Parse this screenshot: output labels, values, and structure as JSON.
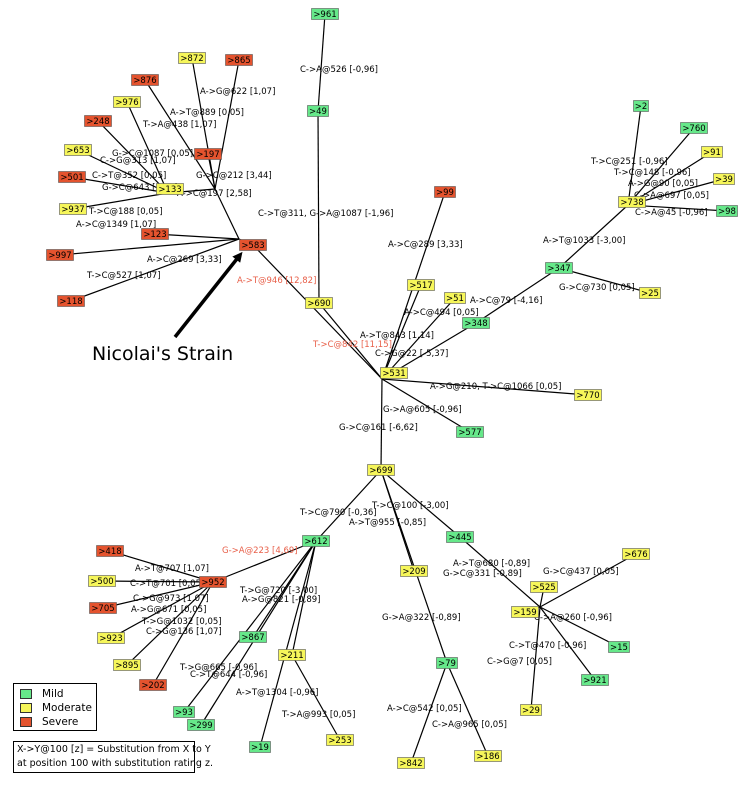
{
  "colors": {
    "mild": "#66e88a",
    "moderate": "#f6f65a",
    "severe": "#e4532e",
    "highlight": "#e8604a"
  },
  "nodes": {
    "n961": {
      "label": ">961",
      "severity": "mild"
    },
    "n49": {
      "label": ">49",
      "severity": "mild"
    },
    "n690": {
      "label": ">690",
      "severity": "moderate"
    },
    "n583": {
      "label": ">583",
      "severity": "severe"
    },
    "n872": {
      "label": ">872",
      "severity": "moderate"
    },
    "n865": {
      "label": ">865",
      "severity": "severe"
    },
    "n876": {
      "label": ">876",
      "severity": "severe"
    },
    "n976": {
      "label": ">976",
      "severity": "moderate"
    },
    "n248": {
      "label": ">248",
      "severity": "severe"
    },
    "n197": {
      "label": ">197",
      "severity": "severe"
    },
    "n653": {
      "label": ">653",
      "severity": "moderate"
    },
    "n501": {
      "label": ">501",
      "severity": "severe"
    },
    "n133": {
      "label": ">133",
      "severity": "moderate"
    },
    "n937": {
      "label": ">937",
      "severity": "moderate"
    },
    "n123": {
      "label": ">123",
      "severity": "severe"
    },
    "n997": {
      "label": ">997",
      "severity": "severe"
    },
    "n118": {
      "label": ">118",
      "severity": "severe"
    },
    "n2": {
      "label": ">2",
      "severity": "mild"
    },
    "n760": {
      "label": ">760",
      "severity": "mild"
    },
    "n91": {
      "label": ">91",
      "severity": "moderate"
    },
    "n39": {
      "label": ">39",
      "severity": "moderate"
    },
    "n98": {
      "label": ">98",
      "severity": "mild"
    },
    "n738": {
      "label": ">738",
      "severity": "moderate"
    },
    "n347": {
      "label": ">347",
      "severity": "mild"
    },
    "n25": {
      "label": ">25",
      "severity": "moderate"
    },
    "n348": {
      "label": ">348",
      "severity": "mild"
    },
    "n99": {
      "label": ">99",
      "severity": "severe"
    },
    "n517": {
      "label": ">517",
      "severity": "moderate"
    },
    "n51": {
      "label": ">51",
      "severity": "moderate"
    },
    "n531": {
      "label": ">531",
      "severity": "moderate"
    },
    "n770": {
      "label": ">770",
      "severity": "moderate"
    },
    "n577": {
      "label": ">577",
      "severity": "mild"
    },
    "n699": {
      "label": ">699",
      "severity": "moderate"
    },
    "n612": {
      "label": ">612",
      "severity": "mild"
    },
    "n445": {
      "label": ">445",
      "severity": "mild"
    },
    "n418": {
      "label": ">418",
      "severity": "severe"
    },
    "n500": {
      "label": ">500",
      "severity": "moderate"
    },
    "n952": {
      "label": ">952",
      "severity": "severe"
    },
    "n705": {
      "label": ">705",
      "severity": "severe"
    },
    "n923": {
      "label": ">923",
      "severity": "moderate"
    },
    "n895": {
      "label": ">895",
      "severity": "moderate"
    },
    "n202": {
      "label": ">202",
      "severity": "severe"
    },
    "n867": {
      "label": ">867",
      "severity": "mild"
    },
    "n211": {
      "label": ">211",
      "severity": "moderate"
    },
    "n93": {
      "label": ">93",
      "severity": "mild"
    },
    "n299": {
      "label": ">299",
      "severity": "mild"
    },
    "n19": {
      "label": ">19",
      "severity": "mild"
    },
    "n253": {
      "label": ">253",
      "severity": "moderate"
    },
    "n209": {
      "label": ">209",
      "severity": "moderate"
    },
    "n79": {
      "label": ">79",
      "severity": "mild"
    },
    "n842": {
      "label": ">842",
      "severity": "moderate"
    },
    "n186": {
      "label": ">186",
      "severity": "moderate"
    },
    "n676": {
      "label": ">676",
      "severity": "moderate"
    },
    "n525": {
      "label": ">525",
      "severity": "moderate"
    },
    "n159": {
      "label": ">159",
      "severity": "moderate"
    },
    "n15": {
      "label": ">15",
      "severity": "mild"
    },
    "n921": {
      "label": ">921",
      "severity": "mild"
    },
    "n29": {
      "label": ">29",
      "severity": "moderate"
    }
  },
  "edge_labels": {
    "e1": "C->A@526 [-0,96]",
    "e2": "C->T@311, G->A@1087 [-1,96]",
    "e3": "A->T@946 [12,82]",
    "e4": "A->G@622 [1,07]",
    "e5": "A->T@889 [0,05]",
    "e6": "T->A@438 [1,07]",
    "e7": "G->C@1087 [0,05]",
    "e8": "C->G@313 [1,07]",
    "e9": "C->T@352 [0,05]",
    "e10": "G->C@643 [1,07]",
    "e11": "G->C@212 [3,44]",
    "e12": "A->C@197 [2,58]",
    "e13": "T->C@188 [0,05]",
    "e14": "A->C@1349 [1,07]",
    "e15": "A->C@269 [3,33]",
    "e16": "T->C@527 [1,07]",
    "e17": "T->C@251 [-0,96]",
    "e18": "T->C@148 [-0,96]",
    "e19": "A->G@90 [0,05]",
    "e20": "C->A@697 [0,05]",
    "e21": "C->A@45 [-0,96]",
    "e22": "A->T@1033 [-3,00]",
    "e23": "G->C@730 [0,05]",
    "e24": "A->C@79 [-4,16]",
    "e25": "A->C@289 [3,33]",
    "e26": "A->C@494 [0,05]",
    "e27": "A->T@843 [1,14]",
    "e28": "T->C@842 [11,15]",
    "e29": "C->G@22 [-5,37]",
    "e30": "A->G@210, T->C@1066 [0,05]",
    "e31": "G->A@605 [-0,96]",
    "e32": "G->C@161 [-6,62]",
    "e33": "T->C@790 [-0,36]",
    "e34": "T->C@100 [-3,00]",
    "e35": "A->T@955 [-0,85]",
    "e36": "G->A@223 [4,69]",
    "e37": "A->T@707 [1,07]",
    "e38": "C->T@701 [0,05]",
    "e39": "C->G@973 [1,07]",
    "e40": "A->G@671 [0,05]",
    "e41": "T->G@1032 [0,05]",
    "e42": "C->G@136 [1,07]",
    "e43": "T->G@720 [-3,00]",
    "e44": "A->G@821 [-0,89]",
    "e45": "T->G@665 [-0,96]",
    "e46": "C->T@644 [-0,96]",
    "e47": "A->T@1304 [-0,96]",
    "e48": "T->A@993 [0,05]",
    "e49": "A->T@680 [-0,89]",
    "e50": "G->C@331 [-0,89]",
    "e51": "G->C@437 [0,05]",
    "e52": "C->A@260 [-0,96]",
    "e53": "C->T@470 [-0,96]",
    "e54": "C->G@7 [0,05]",
    "e55": "G->A@322 [-0,89]",
    "e56": "A->C@542 [0,05]",
    "e57": "C->A@965 [0,05]"
  },
  "callout": "Nicolai's Strain",
  "legend": {
    "items": [
      {
        "label": "Mild",
        "color": "#66e88a"
      },
      {
        "label": "Moderate",
        "color": "#f6f65a"
      },
      {
        "label": "Severe",
        "color": "#e4532e"
      }
    ]
  },
  "note": {
    "line1": "X->Y@100 [z] = Substitution from X to Y",
    "line2": "at position 100 with substitution rating z."
  }
}
